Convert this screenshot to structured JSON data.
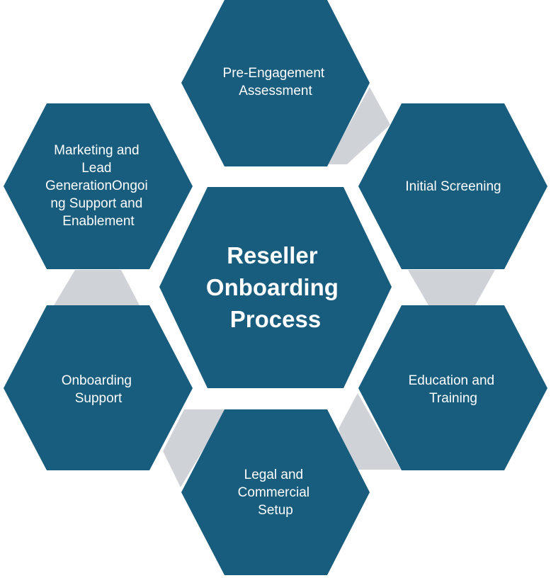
{
  "diagram": {
    "center": {
      "lines": [
        "Reseller",
        "Onboarding",
        "Process"
      ]
    },
    "steps": [
      {
        "id": "pre-engagement-assessment",
        "lines": [
          "Pre-Engagement",
          "Assessment"
        ]
      },
      {
        "id": "initial-screening",
        "lines": [
          "Initial Screening"
        ]
      },
      {
        "id": "education-and-training",
        "lines": [
          "Education and",
          "Training"
        ]
      },
      {
        "id": "legal-and-commercial-setup",
        "lines": [
          "Legal and",
          "Commercial",
          "Setup"
        ]
      },
      {
        "id": "onboarding-support",
        "lines": [
          "Onboarding",
          "Support"
        ]
      },
      {
        "id": "marketing-and-lead-generation",
        "lines": [
          "Marketing and",
          "Lead",
          "GenerationOngoi",
          "ng Support and",
          "Enablement"
        ]
      }
    ],
    "colors": {
      "hexagon_fill": "#185c7e",
      "connector_fill": "#cfd3d8",
      "text": "#ffffff",
      "background": "#ffffff"
    }
  }
}
